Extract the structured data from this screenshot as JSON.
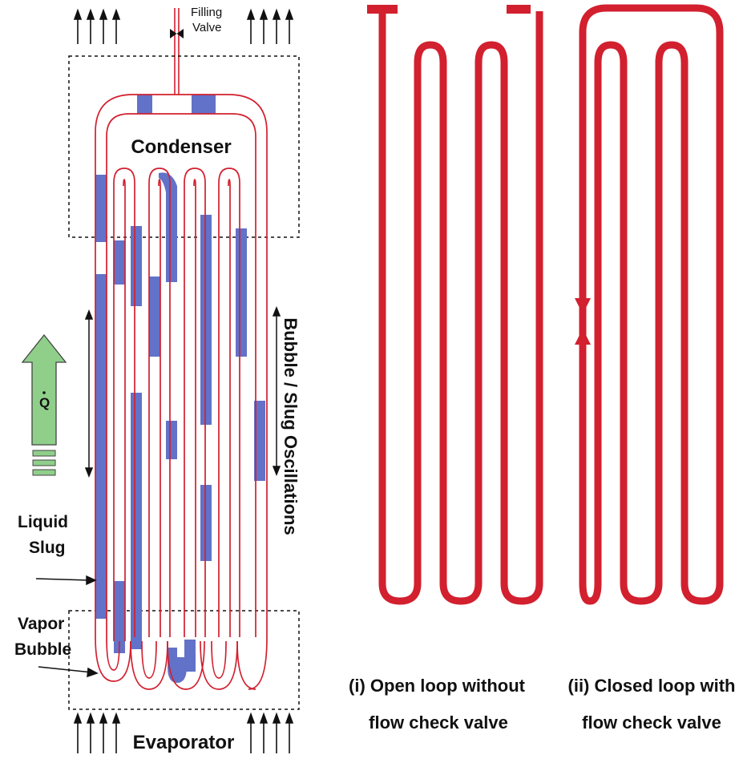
{
  "labels": {
    "filling_valve_line1": "Filling",
    "filling_valve_line2": "Valve",
    "condenser": "Condenser",
    "evaporator": "Evaporator",
    "oscillations": "Bubble / Slug Oscillations",
    "heat_symbol": "Q",
    "liquid_slug_line1": "Liquid",
    "liquid_slug_line2": "Slug",
    "vapor_bubble_line1": "Vapor",
    "vapor_bubble_line2": "Bubble"
  },
  "captions": {
    "open_loop_line1": "(i) Open loop without",
    "open_loop_line2": "flow check valve",
    "closed_loop_line1": "(ii) Closed loop with",
    "closed_loop_line2": "flow check valve"
  },
  "colors": {
    "tube_red": "#d2202f",
    "liquid_blue": "#6272c8",
    "arrow_green": "#8fcf8a",
    "text": "#111111"
  }
}
